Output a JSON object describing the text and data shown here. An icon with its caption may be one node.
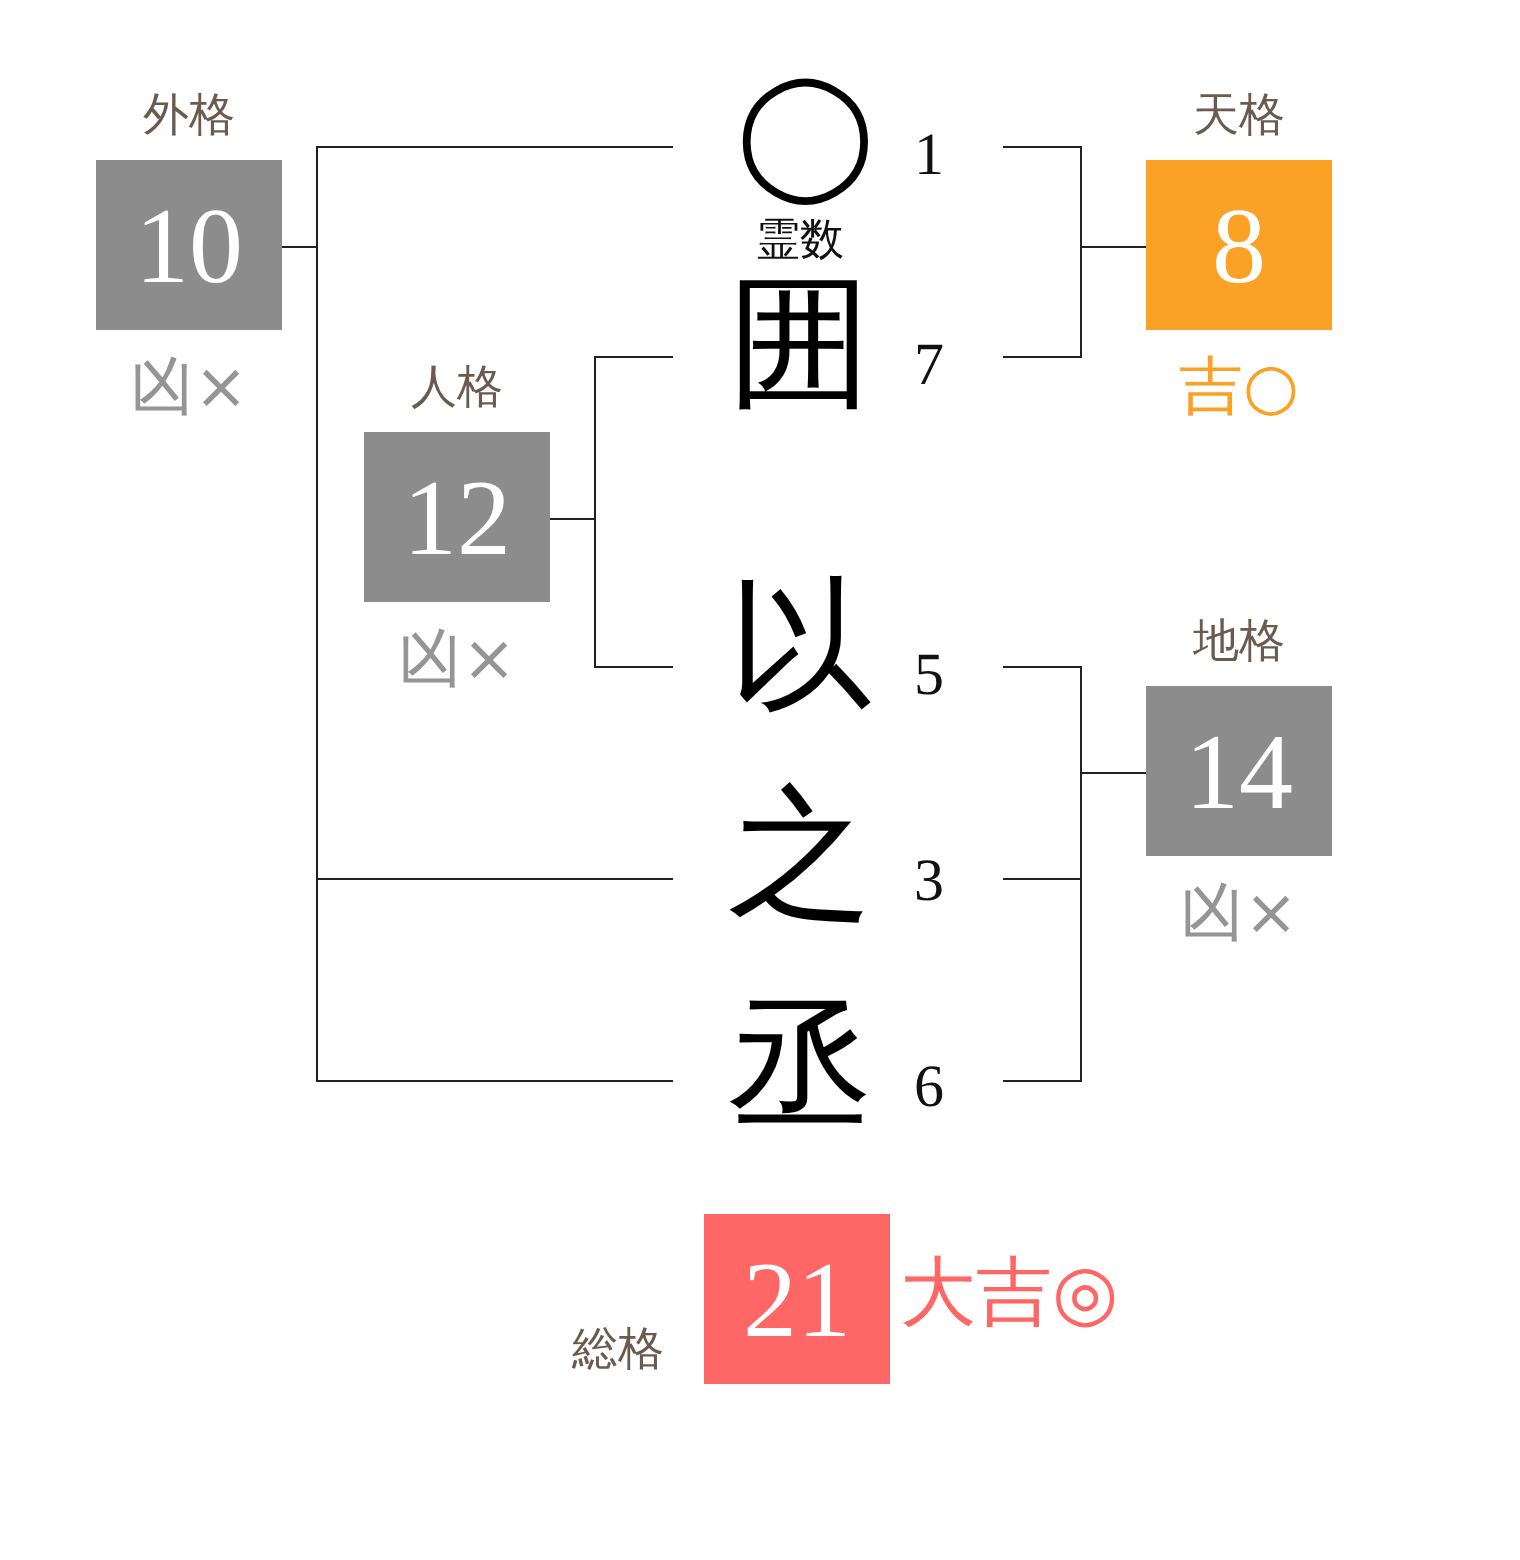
{
  "diagram": {
    "nodes": [
      {
        "text": [
          "外格",
          "10"
        ],
        "beside": [
          "凶×"
        ]
      },
      {
        "text": [
          "◯"
        ],
        "beside": [
          "1",
          "霊数"
        ]
      },
      {
        "text": [
          "天格",
          "8"
        ],
        "beside": [
          "吉○"
        ]
      },
      {
        "text": [
          "囲"
        ],
        "beside": [
          "7"
        ]
      },
      {
        "text": [
          "人格",
          "12"
        ],
        "beside": [
          "凶×"
        ]
      },
      {
        "text": [
          "以"
        ],
        "beside": [
          "5"
        ]
      },
      {
        "text": [
          "地格",
          "14"
        ],
        "beside": [
          "凶×"
        ]
      },
      {
        "text": [
          "之"
        ],
        "beside": [
          "3"
        ]
      },
      {
        "text": [
          "丞"
        ],
        "beside": [
          "6"
        ]
      },
      {
        "text": [
          "総格",
          "21"
        ],
        "beside": [
          "大吉◎"
        ]
      }
    ],
    "edges": [
      {
        "from": 1,
        "to": 0,
        "arrow": "none"
      },
      {
        "from": 7,
        "to": 0,
        "arrow": "none"
      },
      {
        "from": 8,
        "to": 0,
        "arrow": "none"
      },
      {
        "from": 1,
        "to": 2,
        "arrow": "none"
      },
      {
        "from": 3,
        "to": 2,
        "arrow": "none"
      },
      {
        "from": 3,
        "to": 4,
        "arrow": "none"
      },
      {
        "from": 5,
        "to": 4,
        "arrow": "none"
      },
      {
        "from": 5,
        "to": 6,
        "arrow": "none"
      },
      {
        "from": 7,
        "to": 6,
        "arrow": "none"
      },
      {
        "from": 8,
        "to": 6,
        "arrow": "none"
      }
    ]
  }
}
